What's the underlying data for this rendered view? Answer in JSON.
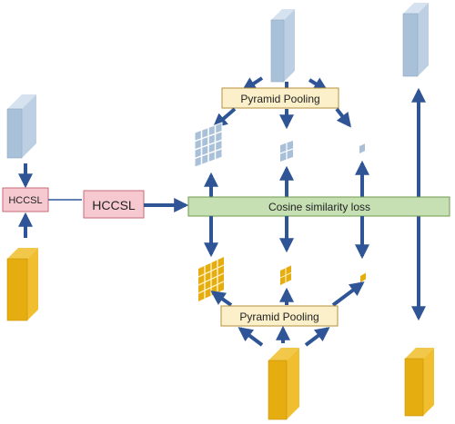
{
  "left_panel": {
    "hccsl_label": "HCCSL"
  },
  "middle": {
    "hccsl_label": "HCCSL"
  },
  "pyramid_top": {
    "label": "Pyramid  Pooling"
  },
  "pyramid_bottom": {
    "label": "Pyramid  Pooling"
  },
  "loss_bar": {
    "label": "Cosine similarity loss"
  },
  "colors": {
    "blue_face": "#a9c0d9",
    "blue_side": "#c7d6e7",
    "yellow_face": "#e5ad10",
    "yellow_side": "#f2c84b",
    "arrow": "#2f5597",
    "pink_box": "#f6c9d0",
    "pink_border": "#c86a7a",
    "pyramid_box": "#fbf0c9",
    "pyramid_border": "#b48f3a",
    "loss_bar": "#c6e0b4",
    "loss_border": "#6f9a4d"
  }
}
